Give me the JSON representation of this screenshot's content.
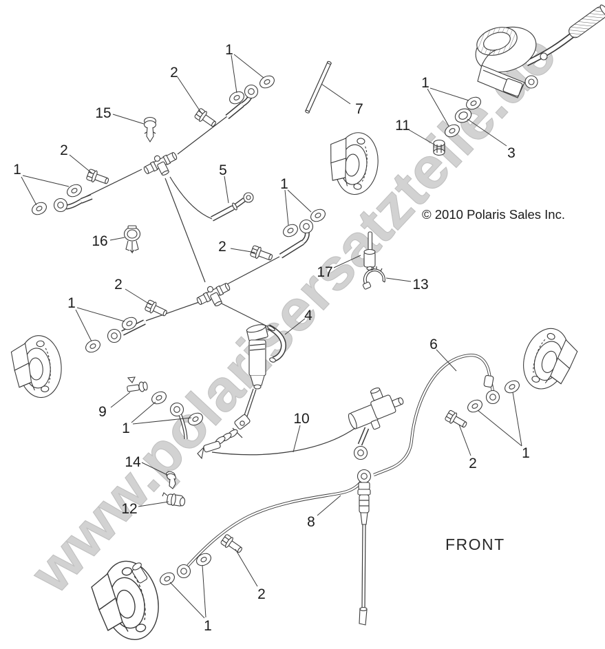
{
  "diagram": {
    "copyright": "© 2010 Polaris Sales Inc.",
    "front_label": "FRONT",
    "watermark_text": "www.polarisersatzteile.de"
  },
  "colors": {
    "line": "#3a3a3a",
    "label": "#1c1c1c",
    "watermark_fill": "#c8c8c8",
    "watermark_stroke": "#b2b2b2",
    "background": "#ffffff"
  },
  "callouts": [
    {
      "label": "1"
    },
    {
      "label": "2"
    },
    {
      "label": "15"
    },
    {
      "label": "7"
    },
    {
      "label": "1"
    },
    {
      "label": "11"
    },
    {
      "label": "3"
    },
    {
      "label": "2"
    },
    {
      "label": "1"
    },
    {
      "label": "5"
    },
    {
      "label": "1"
    },
    {
      "label": "16"
    },
    {
      "label": "2"
    },
    {
      "label": "17"
    },
    {
      "label": "13"
    },
    {
      "label": "2"
    },
    {
      "label": "1"
    },
    {
      "label": "4"
    },
    {
      "label": "6"
    },
    {
      "label": "9"
    },
    {
      "label": "1"
    },
    {
      "label": "10"
    },
    {
      "label": "14"
    },
    {
      "label": "12"
    },
    {
      "label": "2"
    },
    {
      "label": "1"
    },
    {
      "label": "8"
    },
    {
      "label": "2"
    },
    {
      "label": "1"
    }
  ]
}
